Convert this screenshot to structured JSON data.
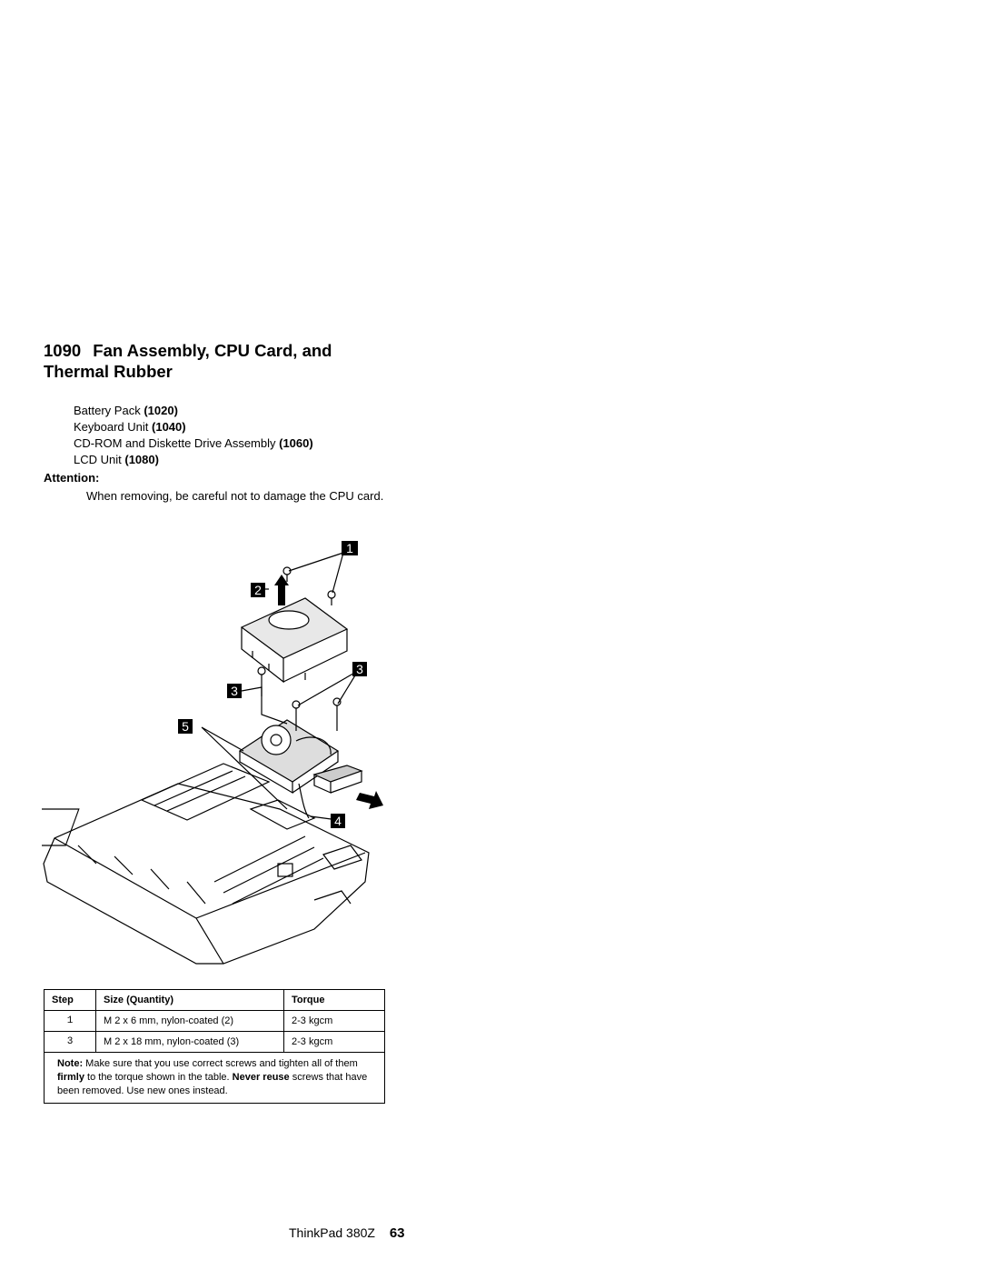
{
  "heading": {
    "number": "1090",
    "title_line1": "Fan Assembly, CPU Card, and",
    "title_line2": "Thermal Rubber"
  },
  "prerequisites": [
    {
      "name": "Battery Pack",
      "ref": "(1020)"
    },
    {
      "name": "Keyboard Unit",
      "ref": "(1040)"
    },
    {
      "name": "CD-ROM and Diskette Drive Assembly",
      "ref": "(1060)"
    },
    {
      "name": "LCD Unit",
      "ref": "(1080)"
    }
  ],
  "attention": {
    "label": "Attention:",
    "text": "When removing, be careful not to damage the CPU card."
  },
  "diagram": {
    "callouts": [
      "1",
      "2",
      "3",
      "3",
      "5",
      "4"
    ]
  },
  "torque_table": {
    "headers": [
      "Step",
      "Size (Quantity)",
      "Torque"
    ],
    "rows": [
      {
        "step": "1",
        "size": "M 2 x 6 mm, nylon-coated (2)",
        "torque": "2-3 kgcm"
      },
      {
        "step": "3",
        "size": "M 2 x 18 mm, nylon-coated (3)",
        "torque": "2-3 kgcm"
      }
    ],
    "note": {
      "label": "Note:",
      "text1": "Make sure that you use correct screws and tighten all of them",
      "firmly": "firmly",
      "text2": "to the torque shown in the table.",
      "never_reuse": "Never reuse",
      "text3": "screws that have been removed. Use new ones instead."
    }
  },
  "footer": {
    "product": "ThinkPad 380Z",
    "page": "63"
  }
}
